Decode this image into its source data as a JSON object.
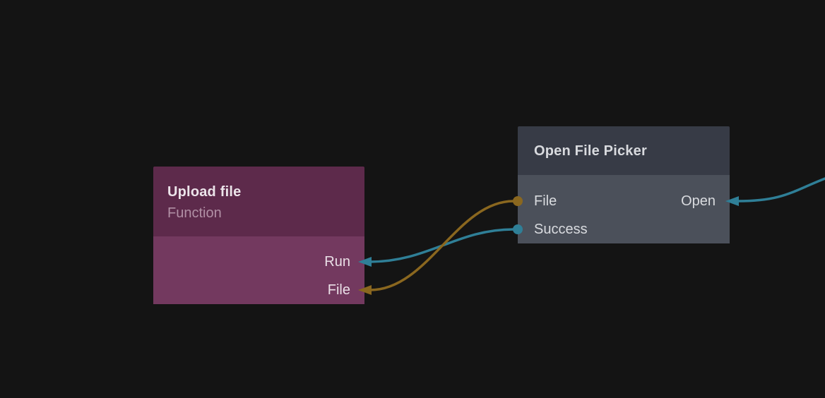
{
  "canvas": {
    "background_color": "#141414"
  },
  "nodes": [
    {
      "title": "Upload file",
      "subtitle": "Function",
      "colors": {
        "header": "#5d2a4b",
        "body": "#73395f",
        "title_text": "#ece4ea",
        "subtitle_text": "#b190a5",
        "port_text": "#eadfe7"
      },
      "input_ports": [
        {
          "label": "Run",
          "wire_color": "#2f7f97"
        },
        {
          "label": "File",
          "wire_color": "#8a671f"
        }
      ]
    },
    {
      "title": "Open File Picker",
      "colors": {
        "header": "#373b46",
        "body": "#4b505a",
        "title_text": "#d8dade",
        "port_text": "#d9dbdf"
      },
      "output_ports": [
        {
          "label": "File",
          "connector_color": "#8a671f"
        },
        {
          "label": "Success",
          "connector_color": "#2f7f97"
        }
      ],
      "input_ports": [
        {
          "label": "Open",
          "wire_color": "#2f7f97"
        }
      ]
    }
  ],
  "wires": [
    {
      "name": "picker-file-output-to-upload-file-input",
      "color": "#8a671f"
    },
    {
      "name": "picker-success-output-to-upload-run-input",
      "color": "#2f7f97"
    },
    {
      "name": "offscreen-right-to-picker-open-input",
      "color": "#2f7f97"
    }
  ]
}
